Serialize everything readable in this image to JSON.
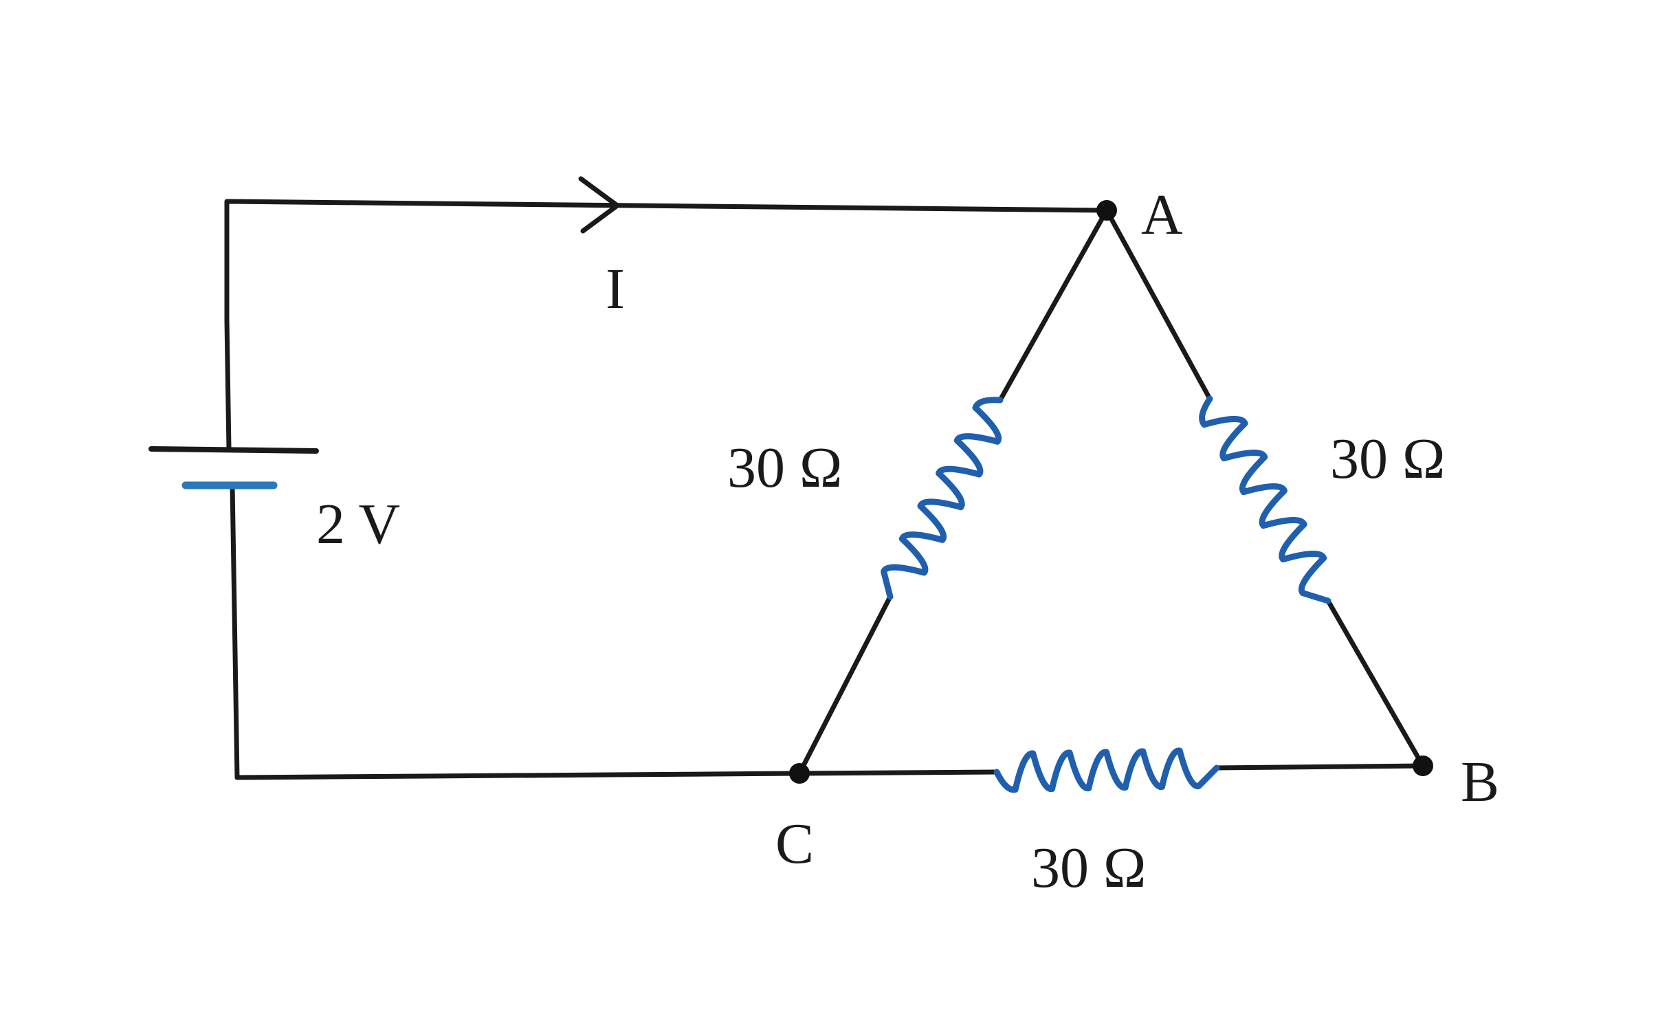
{
  "colors": {
    "wire": "#1a1a1a",
    "resistor": "#1f5fae",
    "battery_negative_plate": "#2a78b8",
    "node": "#111111"
  },
  "battery": {
    "label": "2 V"
  },
  "current": {
    "label": "I"
  },
  "nodes": {
    "a": "A",
    "b": "B",
    "c": "C"
  },
  "resistors": {
    "ca": "30 Ω",
    "ab": "30 Ω",
    "cb": "30 Ω"
  }
}
